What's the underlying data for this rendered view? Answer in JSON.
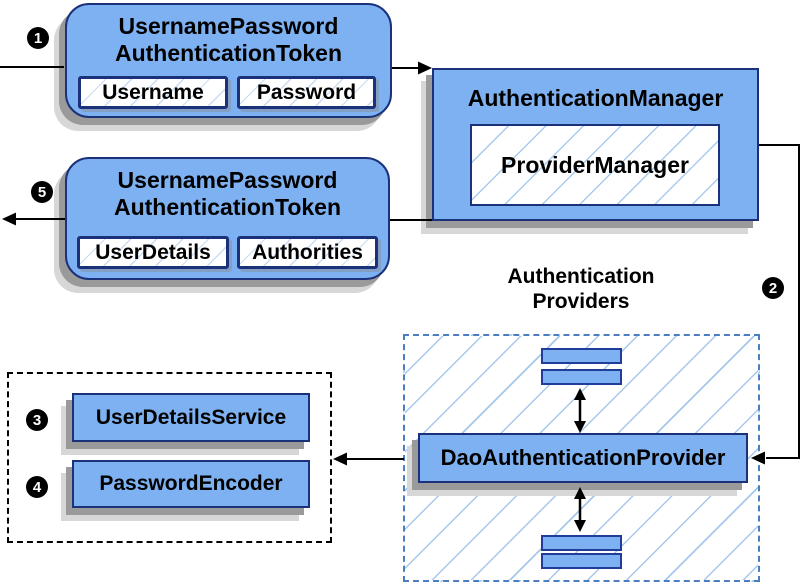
{
  "badges": {
    "step1": "1",
    "step2": "2",
    "step3": "3",
    "step4": "4",
    "step5": "5"
  },
  "request_token": {
    "title_line1": "UsernamePassword",
    "title_line2": "AuthenticationToken",
    "fields": [
      "Username",
      "Password"
    ]
  },
  "authentication_manager": {
    "title": "AuthenticationManager",
    "inner": "ProviderManager"
  },
  "result_token": {
    "title_line1": "UsernamePassword",
    "title_line2": "AuthenticationToken",
    "fields": [
      "UserDetails",
      "Authorities"
    ]
  },
  "providers_group": {
    "title_line1": "Authentication",
    "title_line2": "Providers",
    "dao_provider": "DaoAuthenticationProvider"
  },
  "services_group": {
    "user_details_service": "UserDetailsService",
    "password_encoder": "PasswordEncoder"
  },
  "colors": {
    "node_fill": "#7db1f2",
    "node_border": "#1b3179",
    "bar_border": "#1f3d99",
    "hatch_line": "#a9cbee",
    "providers_dashed_border": "#4a7ec0",
    "services_dashed_border": "#000000",
    "shadow_dark": "#9a9a9a",
    "shadow_light": "#d7d7d7",
    "connector": "#000000",
    "badge_bg": "#000000",
    "badge_text": "#ffffff"
  }
}
